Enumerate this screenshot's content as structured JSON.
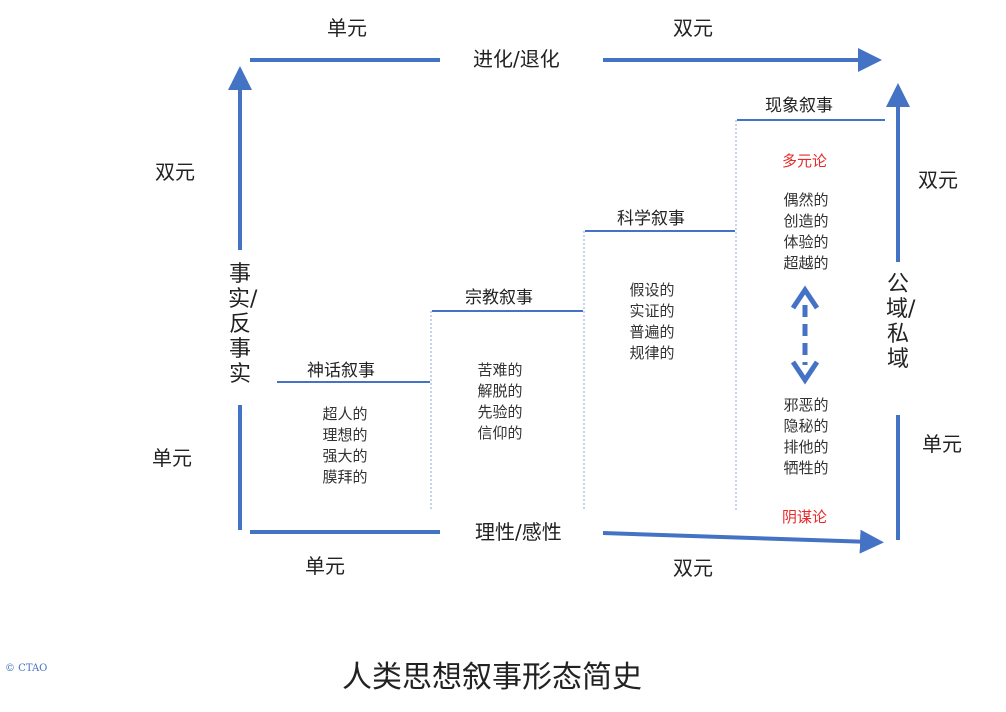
{
  "top_axis": {
    "label": "进化/退化",
    "left": "单元",
    "right": "双元"
  },
  "bottom_axis": {
    "label": "理性/感性",
    "left": "单元",
    "right": "双元"
  },
  "left_axis": {
    "label": "事实/反事实",
    "top": "双元",
    "bottom": "单元"
  },
  "right_axis": {
    "label": "公域/私域",
    "top": "双元",
    "bottom": "单元"
  },
  "stages": [
    {
      "title": "神话叙事",
      "traits": [
        "超人的",
        "理想的",
        "强大的",
        "膜拜的"
      ]
    },
    {
      "title": "宗教叙事",
      "traits": [
        "苦难的",
        "解脱的",
        "先验的",
        "信仰的"
      ]
    },
    {
      "title": "科学叙事",
      "traits": [
        "假设的",
        "实证的",
        "普遍的",
        "规律的"
      ]
    },
    {
      "title": "现象叙事",
      "traits_upper": [
        "偶然的",
        "创造的",
        "体验的",
        "超越的"
      ],
      "traits_lower": [
        "邪恶的",
        "隐秘的",
        "排他的",
        "牺牲的"
      ],
      "upper_label": "多元论",
      "lower_label": "阴谋论"
    }
  ],
  "title": "人类思想叙事形态简史",
  "copyright": "© CTAO",
  "colors": {
    "arrow": "#4472c4",
    "red": "#e8282b"
  }
}
